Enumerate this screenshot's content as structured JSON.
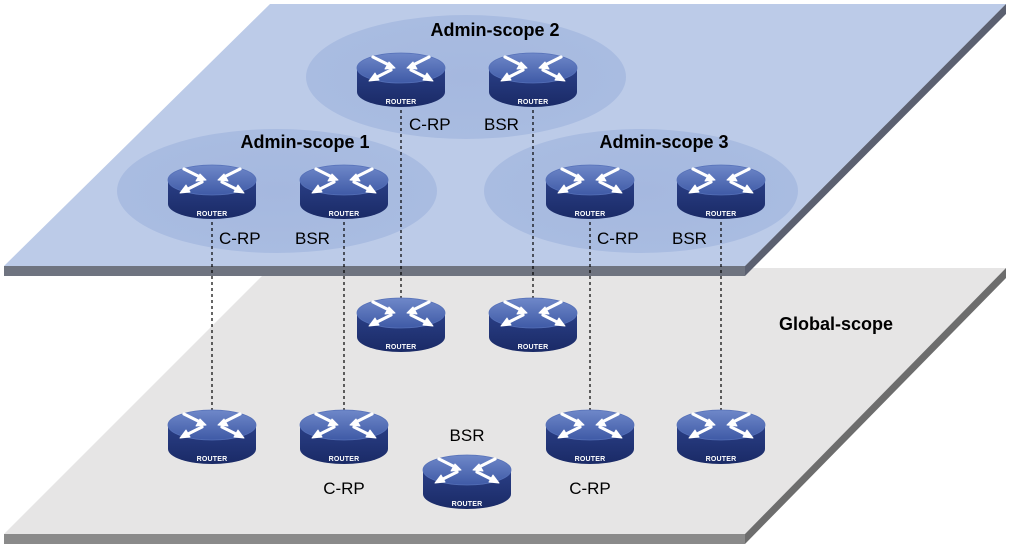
{
  "layers": {
    "admin_layer_color": "#bccbe8",
    "global_layer_color": "#e6e5e5",
    "global_label": "Global-scope"
  },
  "scopes": [
    {
      "id": "scope2",
      "title": "Admin-scope 2"
    },
    {
      "id": "scope1",
      "title": "Admin-scope 1"
    },
    {
      "id": "scope3",
      "title": "Admin-scope 3"
    }
  ],
  "router_icon_text": "ROUTER",
  "router_icon": "router-icon",
  "labels": {
    "s2_crp": "C-RP",
    "s2_bsr": "BSR",
    "s1_crp": "C-RP",
    "s1_bsr": "BSR",
    "s3_crp": "C-RP",
    "s3_bsr": "BSR",
    "g_bsr": "BSR",
    "g_crp_left": "C-RP",
    "g_crp_right": "C-RP"
  }
}
